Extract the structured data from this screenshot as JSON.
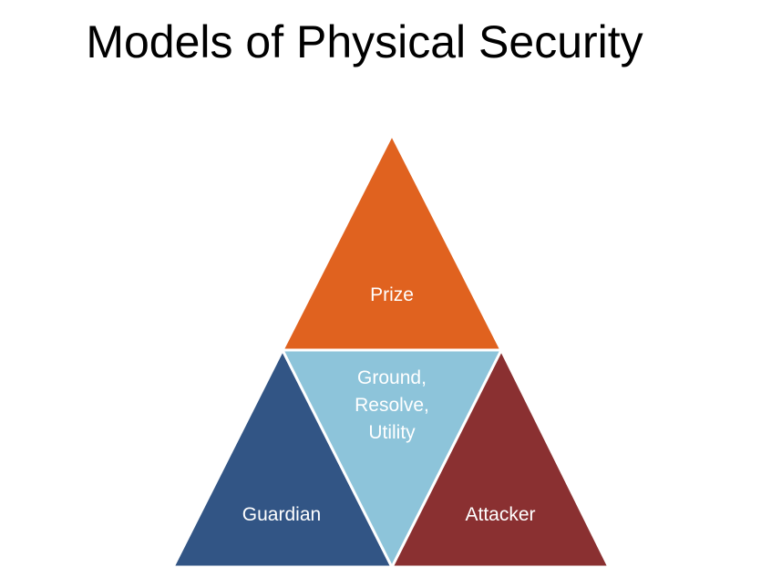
{
  "title": "Models of Physical Security",
  "diagram": {
    "top": {
      "label": "Prize",
      "color": "#E0621F"
    },
    "center": {
      "lines": [
        "Ground,",
        "Resolve,",
        "Utility"
      ],
      "color": "#8DC4DA"
    },
    "left": {
      "label": "Guardian",
      "color": "#325585"
    },
    "right": {
      "label": "Attacker",
      "color": "#8A3031"
    },
    "stroke_color": "#FFFFFF"
  }
}
